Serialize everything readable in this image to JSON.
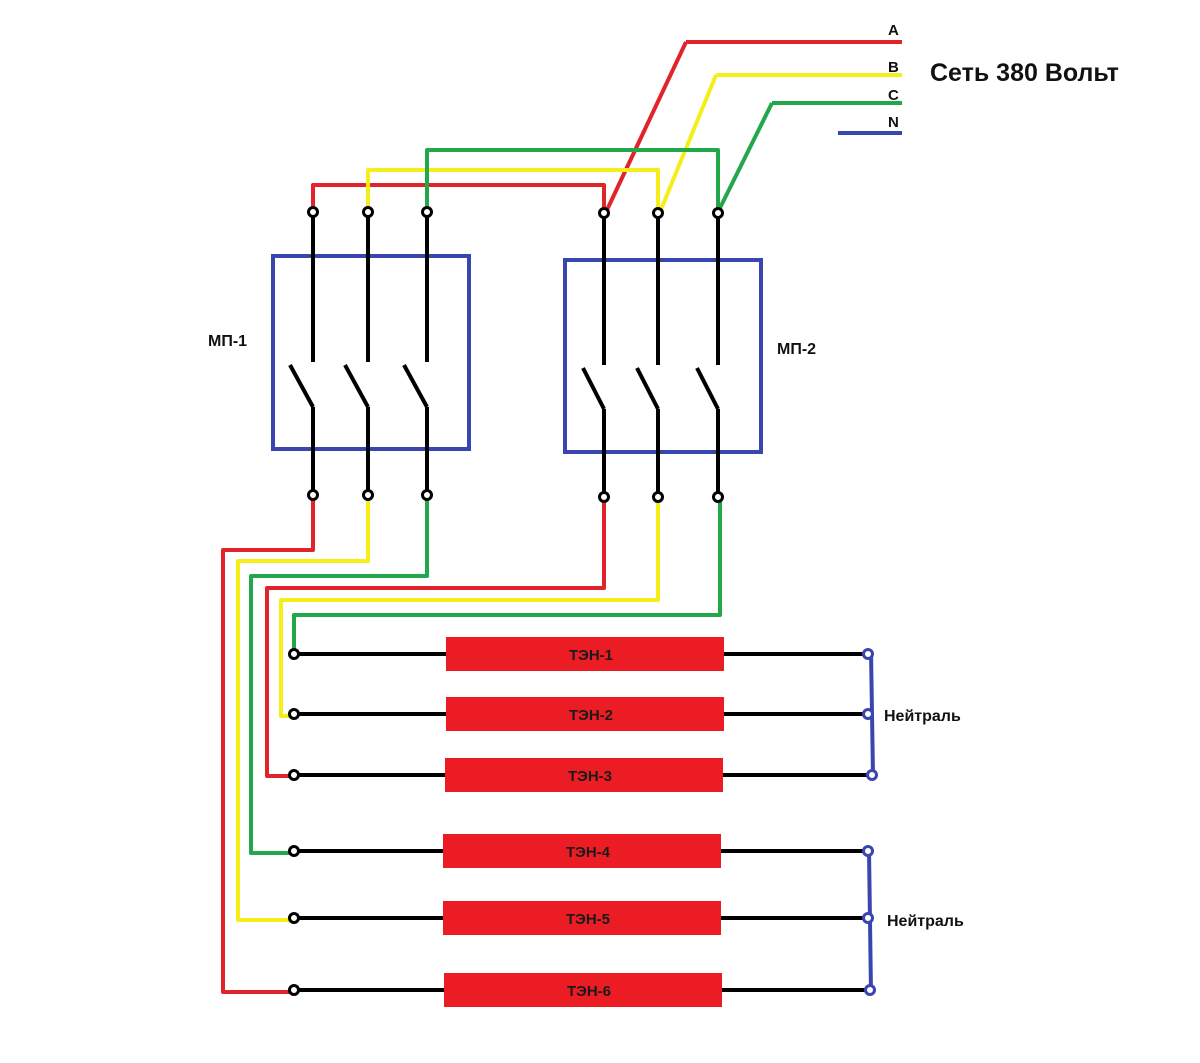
{
  "colors": {
    "phase_a": "#e0242a",
    "phase_b": "#f6ee19",
    "phase_c": "#22a84a",
    "neutral": "#3a46b0",
    "contactor_box": "#3a46b0",
    "heater": "#ec1c24",
    "wire": "#000000"
  },
  "network": {
    "title": "Сеть 380 Вольт",
    "phases": [
      "A",
      "B",
      "C",
      "N"
    ]
  },
  "contactors": [
    {
      "label": "МП-1"
    },
    {
      "label": "МП-2"
    }
  ],
  "heaters": [
    "ТЭН-1",
    "ТЭН-2",
    "ТЭН-3",
    "ТЭН-4",
    "ТЭН-5",
    "ТЭН-6"
  ],
  "neutral_labels": [
    "Нейтраль",
    "Нейтраль"
  ]
}
